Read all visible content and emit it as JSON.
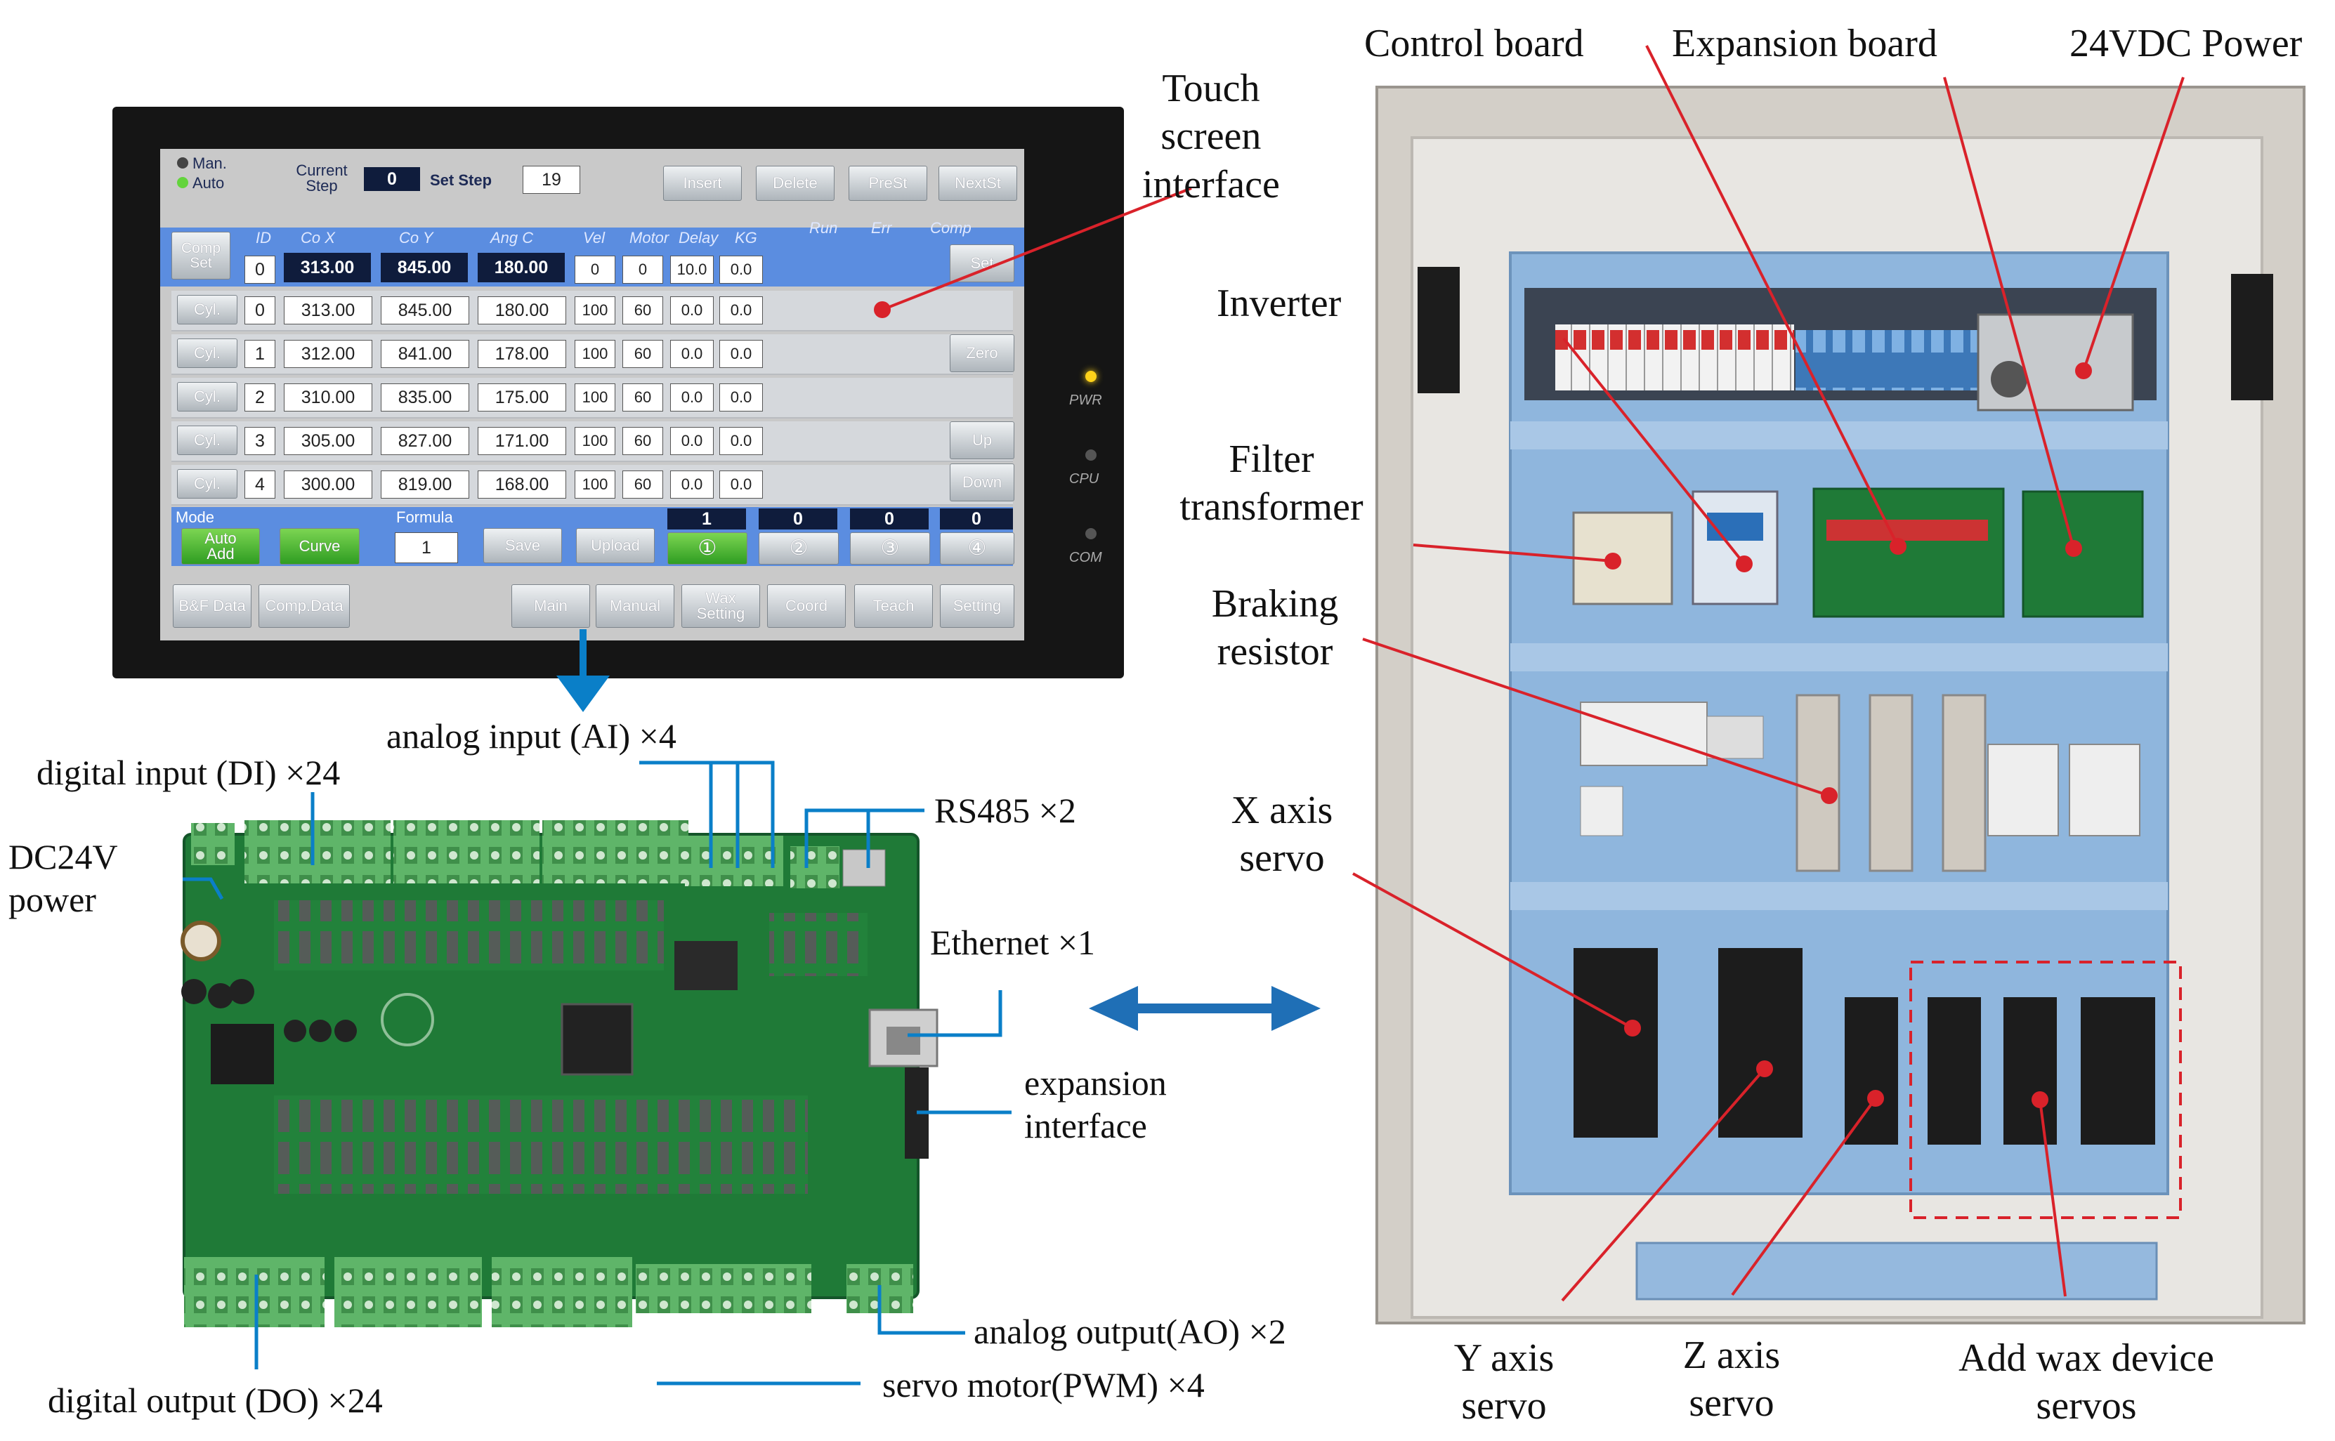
{
  "labels": {
    "touch_screen": [
      "Touch",
      "screen",
      "interface"
    ],
    "control_board": "Control board",
    "expansion_board": "Expansion board",
    "power_24vdc": "24VDC Power",
    "inverter": "Inverter",
    "filter_transformer": [
      "Filter",
      "transformer"
    ],
    "braking_resistor": [
      "Braking",
      "resistor"
    ],
    "x_axis_servo": [
      "X axis",
      "servo"
    ],
    "y_axis_servo": [
      "Y axis",
      "servo"
    ],
    "z_axis_servo": [
      "Z axis",
      "servo"
    ],
    "add_wax_servos": [
      "Add wax device",
      "servos"
    ],
    "analog_input": "analog input (AI) ×4",
    "digital_input": "digital input (DI) ×24",
    "dc24v_power": [
      "DC24V",
      "power"
    ],
    "rs485": "RS485 ×2",
    "ethernet": "Ethernet ×1",
    "expansion_interface": [
      "expansion",
      "interface"
    ],
    "analog_output": "analog output(AO) ×2",
    "servo_pwm": "servo motor(PWM) ×4",
    "digital_output": "digital output (DO) ×24"
  },
  "screen": {
    "mode_man": "Man.",
    "mode_auto": "Auto",
    "current_step_label": [
      "Current",
      "Step"
    ],
    "current_step_value": "0",
    "set_step_label": "Set Step",
    "set_step_value": "19",
    "top_buttons": [
      "Insert",
      "Delete",
      "PreSt",
      "NextSt"
    ],
    "headers": [
      "ID",
      "Co X",
      "Co Y",
      "Ang C",
      "Vel",
      "Motor",
      "Delay",
      "KG",
      "Run",
      "Err",
      "Comp"
    ],
    "comp_set": [
      "Comp",
      "Set"
    ],
    "current_row": [
      "0",
      "313.00",
      "845.00",
      "180.00",
      "0",
      "0",
      "10.0",
      "0.0"
    ],
    "row_button": "Cyl.",
    "rows": [
      [
        "0",
        "313.00",
        "845.00",
        "180.00",
        "100",
        "60",
        "0.0",
        "0.0"
      ],
      [
        "1",
        "312.00",
        "841.00",
        "178.00",
        "100",
        "60",
        "0.0",
        "0.0"
      ],
      [
        "2",
        "310.00",
        "835.00",
        "175.00",
        "100",
        "60",
        "0.0",
        "0.0"
      ],
      [
        "3",
        "305.00",
        "827.00",
        "171.00",
        "100",
        "60",
        "0.0",
        "0.0"
      ],
      [
        "4",
        "300.00",
        "819.00",
        "168.00",
        "100",
        "60",
        "0.0",
        "0.0"
      ]
    ],
    "right_buttons": [
      "Set",
      "Zero",
      "Up",
      "Down"
    ],
    "mode_label": "Mode",
    "formula_label": "Formula",
    "auto_add": [
      "Auto",
      "Add"
    ],
    "curve": "Curve",
    "formula_value": "1",
    "save": "Save",
    "upload": "Upload",
    "formula_slots": [
      "1",
      "0",
      "0",
      "0"
    ],
    "formula_slot_buttons": [
      "①",
      "②",
      "③",
      "④"
    ],
    "bottom_tabs": [
      "B&F Data",
      "Comp.Data",
      "Main",
      "Manual",
      [
        "Wax",
        "Setting"
      ],
      "Coord",
      "Teach",
      "Setting"
    ],
    "side_leds": [
      "PWR",
      "CPU",
      "COM"
    ]
  },
  "colors": {
    "annotation_line": "#d9222a",
    "blue_connector": "#0a7fc8",
    "arrow": "#1f6fb6",
    "cabinet_panel": "#8fb6dd",
    "pcb_green": "#1f7a37",
    "screen_header": "#5b8de0"
  }
}
